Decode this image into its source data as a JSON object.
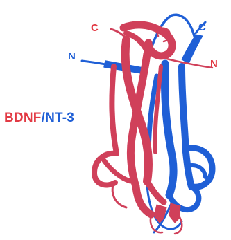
{
  "title": {
    "part1": "BDNF",
    "separator": "/",
    "part2": "NT-3"
  },
  "termini": {
    "red_c": "C",
    "blue_c": "C",
    "blue_n": "N",
    "red_n": "N"
  },
  "colors": {
    "red_chain": "#d0405a",
    "blue_chain": "#1f5fd6",
    "red_label": "#e23a44",
    "blue_label": "#1f5fd6",
    "background": "#ffffff"
  }
}
